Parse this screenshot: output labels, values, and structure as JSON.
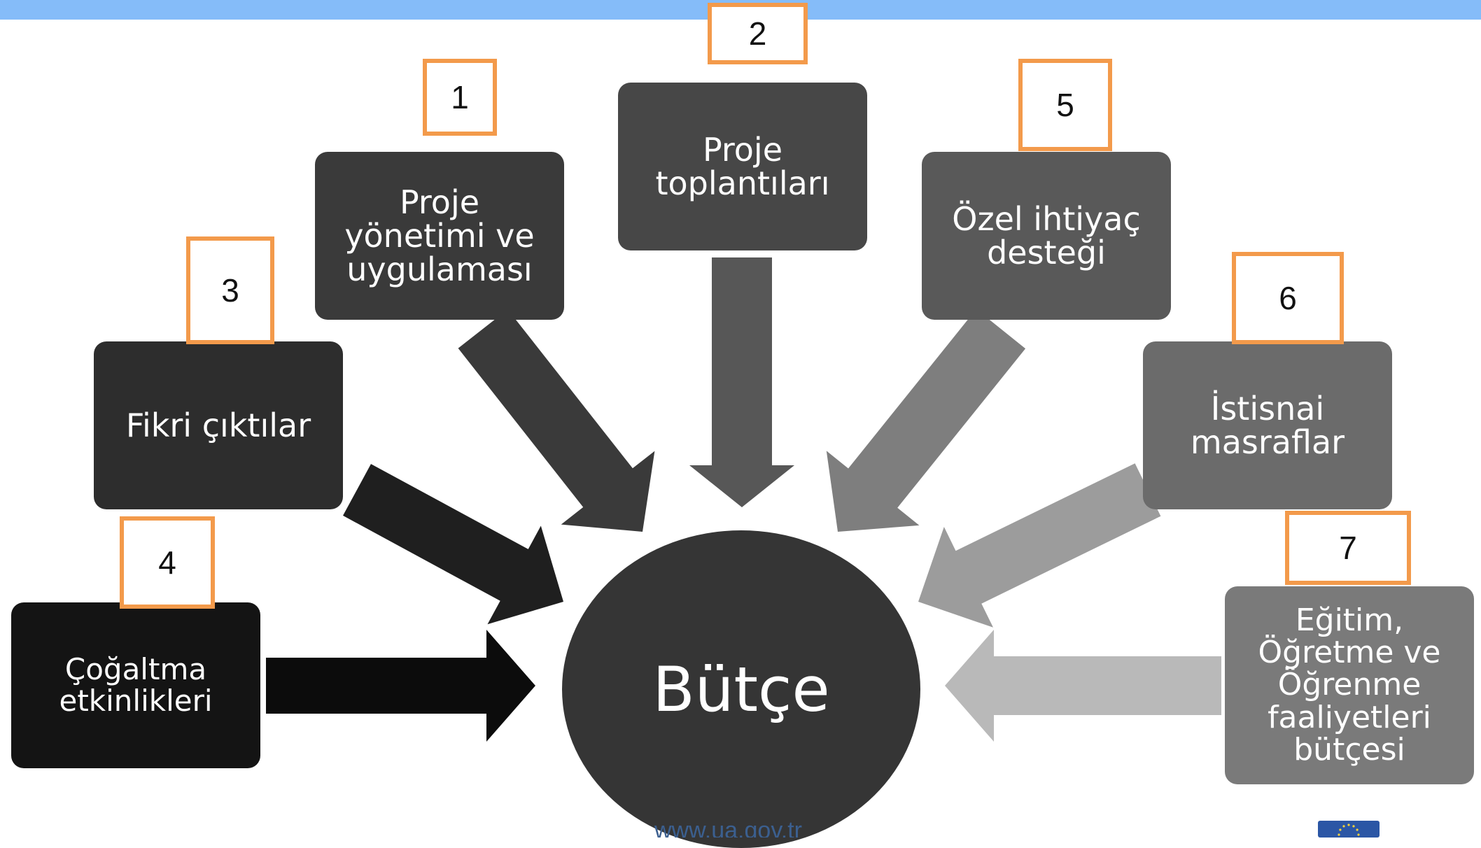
{
  "colors": {
    "top_bar": "#85bcf9",
    "number_border": "#f39a4b",
    "center_fill": "#353535",
    "flag": "#2b56a5"
  },
  "center": {
    "label": "Bütçe"
  },
  "items": [
    {
      "number": "1",
      "label": "Proje\nyönetimi ve\nuygulaması",
      "fill": "#3a3a3a",
      "arrow": "#3a3a3a"
    },
    {
      "number": "2",
      "label": "Proje\ntoplantıları",
      "fill": "#474747",
      "arrow": "#575757"
    },
    {
      "number": "3",
      "label": "Fikri çıktılar",
      "fill": "#2d2d2d",
      "arrow": "#1f1f1f"
    },
    {
      "number": "4",
      "label": "Çoğaltma\netkinlikleri",
      "fill": "#141414",
      "arrow": "#0c0c0c"
    },
    {
      "number": "5",
      "label": "Özel ihtiyaç\ndesteği",
      "fill": "#595959",
      "arrow": "#7e7e7e"
    },
    {
      "number": "6",
      "label": "İstisnai\nmasraflar",
      "fill": "#6b6b6b",
      "arrow": "#9c9c9c"
    },
    {
      "number": "7",
      "label": "Eğitim,\nÖğretme ve\nÖğrenme\nfaaliyetleri\nbütçesi",
      "fill": "#7a7a7a",
      "arrow": "#b9b9b9"
    }
  ],
  "footer": {
    "url": "www.ua.gov.tr"
  }
}
